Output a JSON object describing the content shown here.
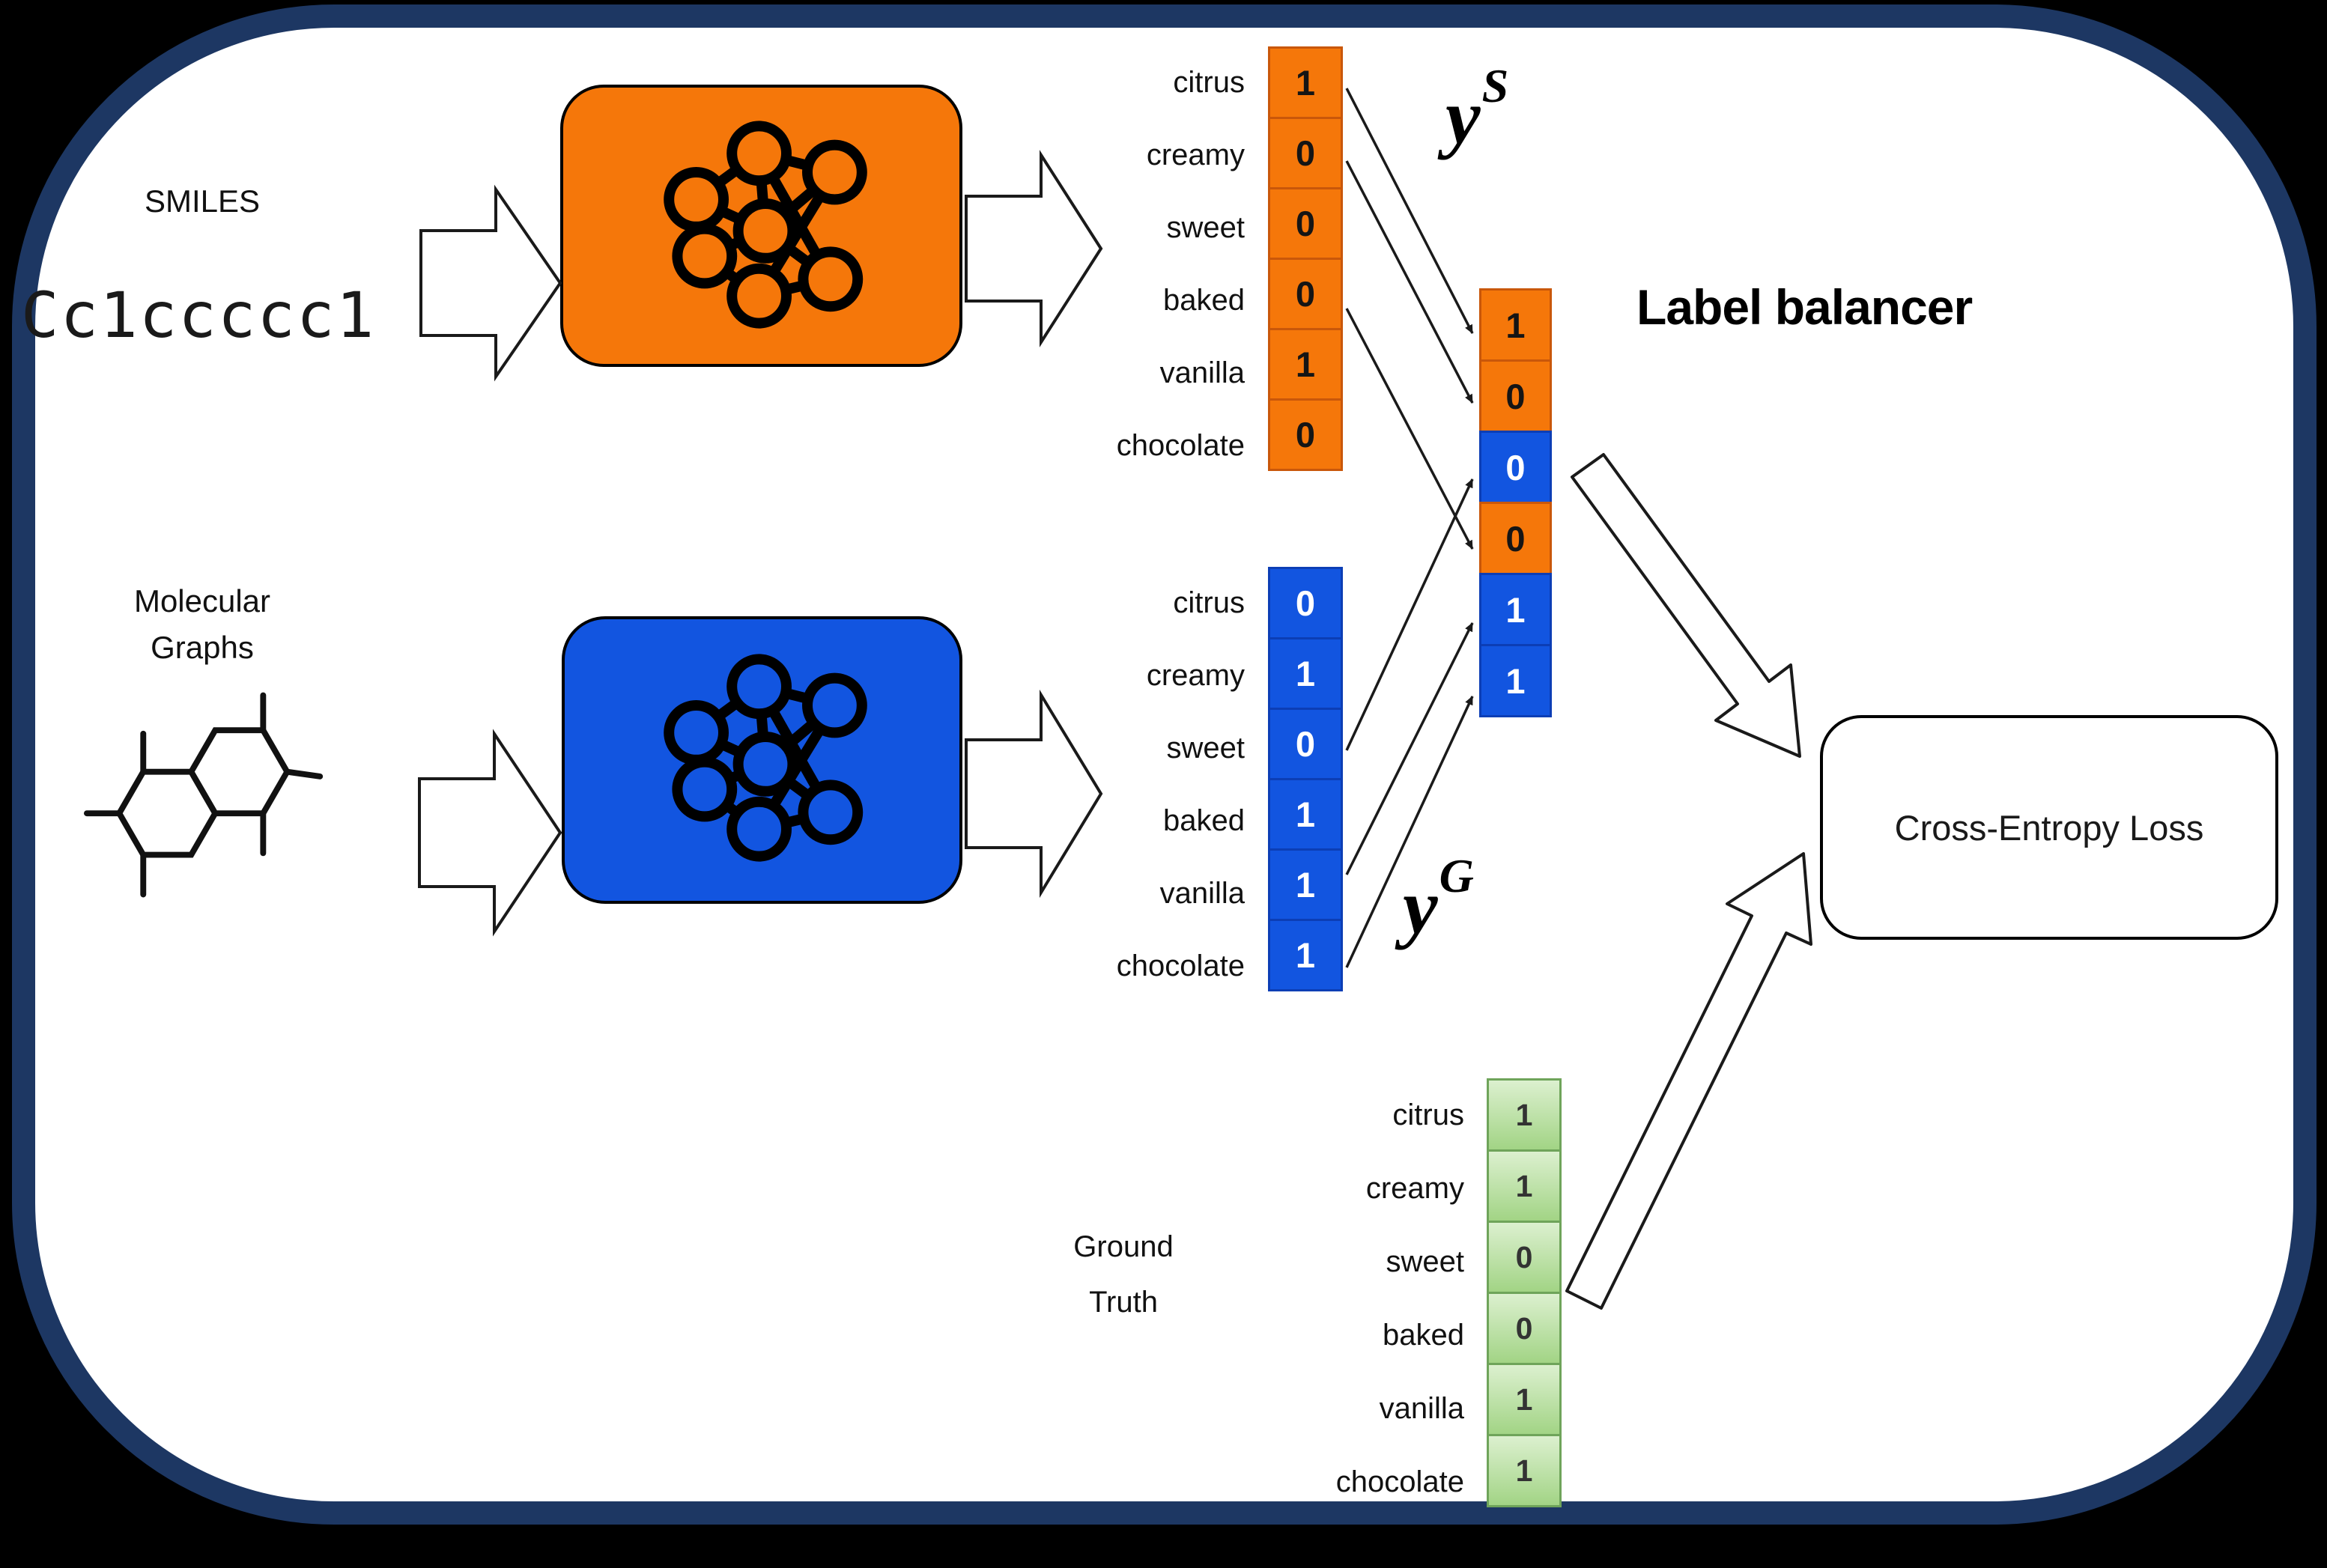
{
  "colors": {
    "frame_border": "#1d3763",
    "smiles_model_fill": "#f5770a",
    "smiles_cell_border": "#c9570a",
    "graph_model_fill": "#1255e0",
    "graph_cell_border": "#0c3eb5",
    "ground_truth_fill": "#b9dfa0",
    "ground_truth_border": "#6fa45a"
  },
  "smiles_input": {
    "label": "SMILES",
    "code": "Cc1ccccc1"
  },
  "graph_input": {
    "label_line1": "Molecular",
    "label_line2": "Graphs"
  },
  "attributes": [
    "citrus",
    "creamy",
    "sweet",
    "baked",
    "vanilla",
    "chocolate"
  ],
  "smiles_vector": {
    "symbol": "y",
    "superscript": "S",
    "values": [
      "1",
      "0",
      "0",
      "0",
      "1",
      "0"
    ]
  },
  "graph_vector": {
    "symbol": "y",
    "superscript": "G",
    "values": [
      "0",
      "1",
      "0",
      "1",
      "1",
      "1"
    ]
  },
  "label_balancer": {
    "title": "Label balancer",
    "values": [
      "1",
      "0",
      "0",
      "0",
      "1",
      "1"
    ],
    "sources": [
      "smiles",
      "smiles",
      "graph",
      "smiles",
      "graph",
      "graph"
    ]
  },
  "ground_truth": {
    "label_line1": "Ground",
    "label_line2": "Truth",
    "values": [
      "1",
      "1",
      "0",
      "0",
      "1",
      "1"
    ]
  },
  "loss_box": {
    "label": "Cross-Entropy Loss"
  }
}
